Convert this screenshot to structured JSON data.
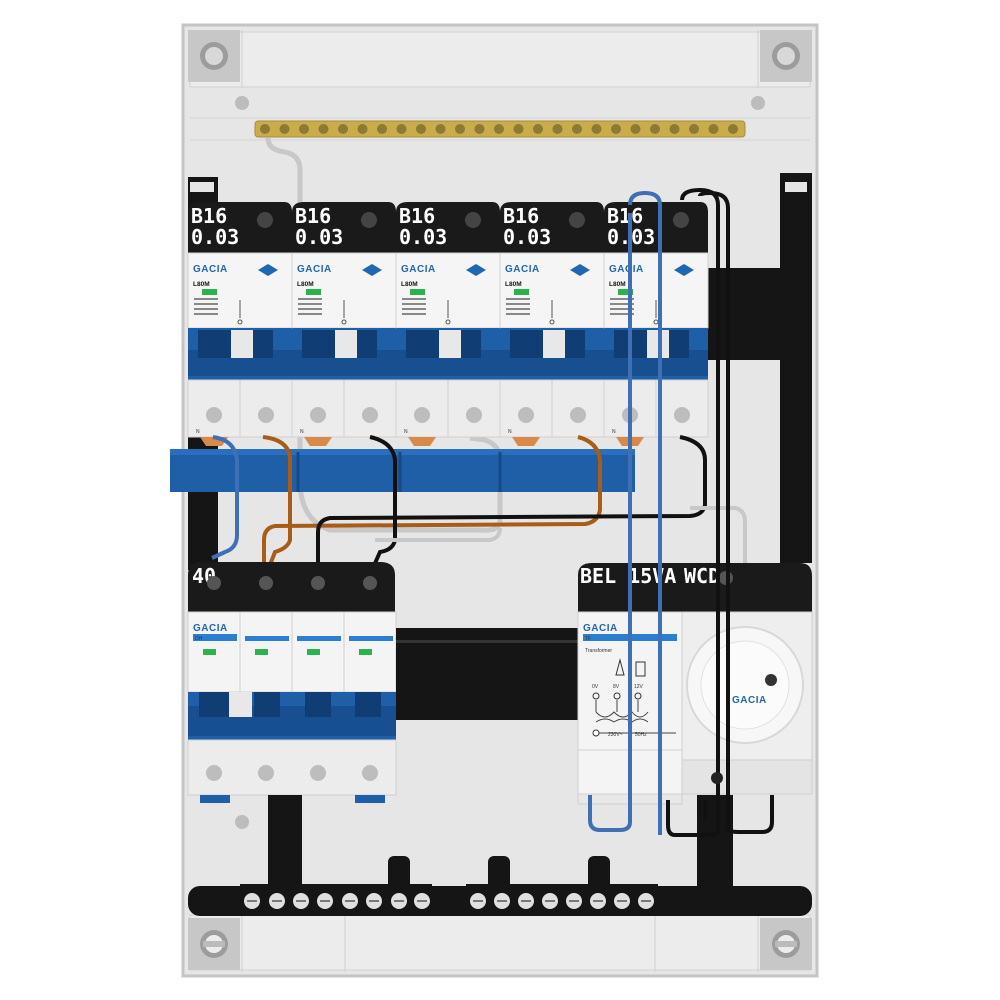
{
  "brand": "GACIA",
  "rcbo_model": "L80M",
  "rcbo_breakers": [
    {
      "rating": "B16",
      "sensitivity": "0.03"
    },
    {
      "rating": "B16",
      "sensitivity": "0.03"
    },
    {
      "rating": "B16",
      "sensitivity": "0.03"
    },
    {
      "rating": "B16",
      "sensitivity": "0.03"
    },
    {
      "rating": "B16",
      "sensitivity": "0.03"
    }
  ],
  "main_switch": {
    "label": "40",
    "model": "DH"
  },
  "transformer": {
    "label": "BEL 15VA",
    "model": "TF",
    "title": "Transformer",
    "taps": [
      "0V",
      "8V",
      "12V"
    ],
    "input": "230V~",
    "freq": "50Hz"
  },
  "socket": {
    "label": "WCD",
    "brand": "GACIA"
  },
  "neutral_mark": "N",
  "colors": {
    "enclosure": "#e5e5e5",
    "din_rail": "#151515",
    "breaker_blue": "#1f5fa8",
    "brand_blue": "#1f67b1",
    "busbar_brass": "#c9ad4c",
    "wire_blue": "#3f6fb4",
    "wire_brown": "#a85c17",
    "wire_grey": "#c8c8c8",
    "wire_black": "#111111"
  }
}
